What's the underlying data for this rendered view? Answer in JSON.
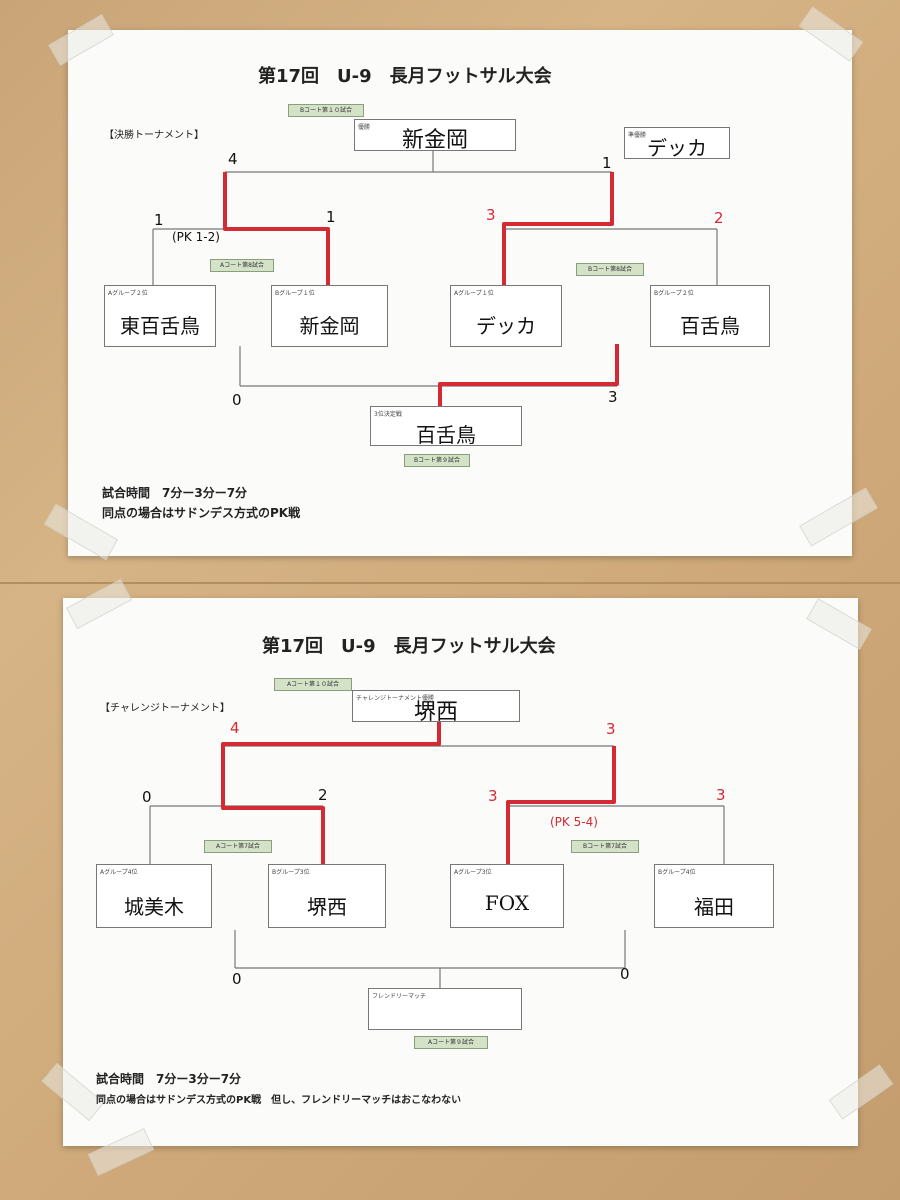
{
  "sheets": [
    {
      "title": "第17回　U-9　長月フットサル大会",
      "section": "【決勝トーナメント】",
      "final_tag": "Bコート第１０試合",
      "semi_tag_left": "Aコート第8試合",
      "semi_tag_right": "Bコート第8試合",
      "third_tag": "Bコート第９試合",
      "winner_label": "優勝",
      "winner_name": "新金岡",
      "runner_label": "準優勝",
      "runner_name": "デッカ",
      "third_label": "3位決定戦",
      "third_name": "百舌鳥",
      "teams": [
        {
          "label": "Aグループ２位",
          "name": "東百舌鳥"
        },
        {
          "label": "Bグループ１位",
          "name": "新金岡"
        },
        {
          "label": "Aグループ１位",
          "name": "デッカ"
        },
        {
          "label": "Bグループ２位",
          "name": "百舌鳥"
        }
      ],
      "scores": {
        "final_left": "4",
        "final_right": "1",
        "semi1_left": "1",
        "semi1_right": "1",
        "semi2_left": "3",
        "semi2_right": "2",
        "third_left": "0",
        "third_right": "3"
      },
      "pk_note": "(PK 1-2)",
      "note1": "試合時間　7分ー3分ー7分",
      "note2": "同点の場合はサドンデス方式のPK戦"
    },
    {
      "title": "第17回　U-9　長月フットサル大会",
      "section": "【チャレンジトーナメント】",
      "final_tag": "Aコート第１０試合",
      "semi_tag_left": "Aコート第7試合",
      "semi_tag_right": "Bコート第7試合",
      "friendly_tag": "Aコート第９試合",
      "winner_label": "チャレンジトーナメント優勝",
      "winner_name": "堺西",
      "friendly_label": "フレンドリーマッチ",
      "teams": [
        {
          "label": "Aグループ4位",
          "name": "城美木"
        },
        {
          "label": "Bグループ3位",
          "name": "堺西"
        },
        {
          "label": "Aグループ3位",
          "name": "FOX"
        },
        {
          "label": "Bグループ4位",
          "name": "福田"
        }
      ],
      "scores": {
        "final_left": "4",
        "final_right": "3",
        "semi1_left": "0",
        "semi1_right": "2",
        "semi2_left": "3",
        "semi2_right": "3",
        "friendly_left": "0",
        "friendly_right": "0"
      },
      "pk_note": "(PK 5-4)",
      "note1": "試合時間　7分ー3分ー7分",
      "note2": "同点の場合はサドンデス方式のPK戦　但し、フレンドリーマッチはおこなわない"
    }
  ],
  "colors": {
    "highlight": "#d42a33",
    "tag_bg": "#d4e2c8",
    "wall": "#cfa979"
  }
}
